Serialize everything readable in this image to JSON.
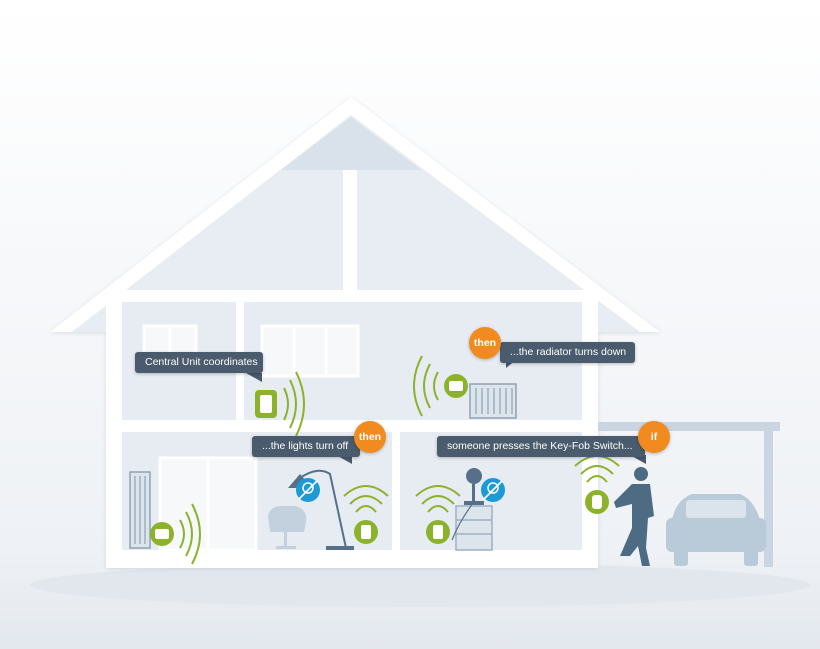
{
  "callouts": {
    "central": "Central Unit coordinates",
    "radiator": "...the radiator turns down",
    "lights": "...the lights turn off",
    "keyfob": "someone presses the Key-Fob Switch..."
  },
  "badges": {
    "then_radiator": "then",
    "then_lights": "then",
    "if_keyfob": "if"
  },
  "colors": {
    "house_wall": "#ffffff",
    "house_inner": "#dde4ed",
    "device_green": "#8cb22b",
    "signal_green": "#8cb22b",
    "badge_orange": "#f18a1f",
    "callout_bg": "#4a5b6d",
    "furniture": "#c3d1de",
    "person": "#4e6b84",
    "car": "#b9cad8",
    "no_icon_blue": "#1b9ad6"
  },
  "icons": [
    "central-unit-icon",
    "signal-waves-icon",
    "radiator-icon",
    "lamp-icon",
    "no-light-icon",
    "key-fob-icon",
    "person-icon",
    "car-icon"
  ]
}
